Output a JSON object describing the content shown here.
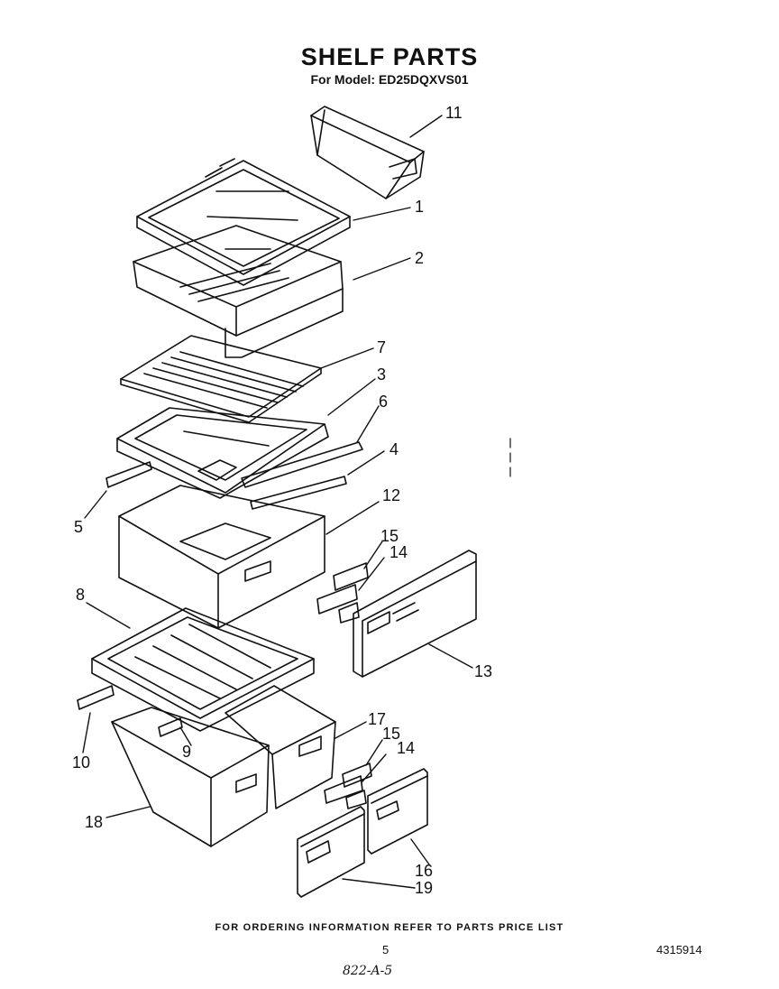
{
  "header": {
    "title": "SHELF PARTS",
    "model_line": "For Model: ED25DQXVS01"
  },
  "callouts": [
    {
      "id": "c11",
      "label": "11"
    },
    {
      "id": "c1",
      "label": "1"
    },
    {
      "id": "c2",
      "label": "2"
    },
    {
      "id": "c7",
      "label": "7"
    },
    {
      "id": "c3",
      "label": "3"
    },
    {
      "id": "c6",
      "label": "6"
    },
    {
      "id": "c4",
      "label": "4"
    },
    {
      "id": "c5",
      "label": "5"
    },
    {
      "id": "c12",
      "label": "12"
    },
    {
      "id": "c15a",
      "label": "15"
    },
    {
      "id": "c14a",
      "label": "14"
    },
    {
      "id": "c8",
      "label": "8"
    },
    {
      "id": "c13",
      "label": "13"
    },
    {
      "id": "c17",
      "label": "17"
    },
    {
      "id": "c15b",
      "label": "15"
    },
    {
      "id": "c14b",
      "label": "14"
    },
    {
      "id": "c9",
      "label": "9"
    },
    {
      "id": "c10",
      "label": "10"
    },
    {
      "id": "c18",
      "label": "18"
    },
    {
      "id": "c16",
      "label": "16"
    },
    {
      "id": "c19",
      "label": "19"
    }
  ],
  "footer": {
    "note": "FOR ORDERING INFORMATION REFER TO PARTS PRICE LIST",
    "page": "5",
    "doc_number": "4315914",
    "handwritten": "822-A-5"
  }
}
